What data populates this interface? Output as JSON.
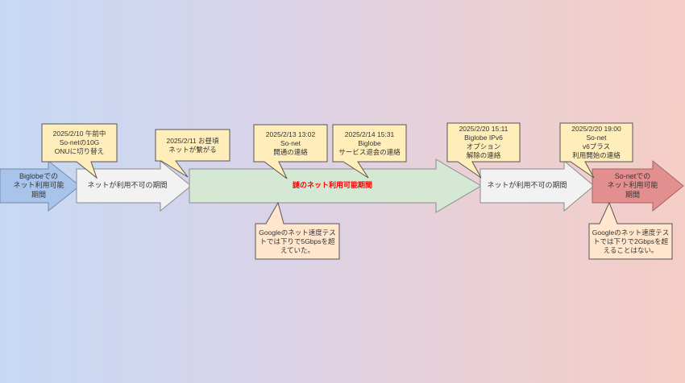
{
  "colors": {
    "background_left": "#c6d9f4",
    "background_mid": "#d8d3e9",
    "background_right": "#f5cec6",
    "text": "#333333",
    "highlight_text": "#ff0000"
  },
  "arrows": [
    {
      "id": "biglobe-available",
      "label": "Biglobeでの\nネット利用可能\n期間",
      "fill": "#a9c4eb",
      "stroke": "#7488ad"
    },
    {
      "id": "net-unavailable-1",
      "label": "ネットが利用不可の期間",
      "fill": "#f2f2f2",
      "stroke": "#8c8c8c"
    },
    {
      "id": "mystery-available",
      "label": "謎のネット利用可能期間",
      "fill": "#d5e8d4",
      "stroke": "#8c8c8c"
    },
    {
      "id": "net-unavailable-2",
      "label": "ネットが利用不可の期間",
      "fill": "#f2f2f2",
      "stroke": "#8c8c8c"
    },
    {
      "id": "sonet-available",
      "label": "So-netでの\nネット利用可能\n期間",
      "fill": "#e48f8f",
      "stroke": "#a06464"
    }
  ],
  "callouts_top": [
    {
      "id": "onu-switch",
      "label": "2025/2/10 午前中\nSo-netの10G\nONUに切り替え",
      "fill": "#ffeeba",
      "stroke": "#555555"
    },
    {
      "id": "net-connected",
      "label": "2025/2/11 お昼頃\nネットが繋がる",
      "fill": "#ffeeba",
      "stroke": "#555555"
    },
    {
      "id": "sonet-opened",
      "label": "2025/2/13 13:02\nSo-net\n開通の連絡",
      "fill": "#ffeeba",
      "stroke": "#555555"
    },
    {
      "id": "biglobe-withdrawal",
      "label": "2025/2/14 15:31\nBiglobe\nサービス退会の連絡",
      "fill": "#ffeeba",
      "stroke": "#555555"
    },
    {
      "id": "ipv6-option-removed",
      "label": "2025/2/20 15:11\nBiglobe IPv6\nオプション\n解除の連絡",
      "fill": "#ffeeba",
      "stroke": "#555555"
    },
    {
      "id": "v6plus-start",
      "label": "2025/2/20 19:00\nSo-net\nv6プラス\n利用開始の連絡",
      "fill": "#ffeeba",
      "stroke": "#555555"
    }
  ],
  "callouts_bottom": [
    {
      "id": "speedtest-5gbps",
      "label": "Googleのネット速度テス\nトでは下りで5Gbpsを超\nえていた。",
      "fill": "#ffe6cc",
      "stroke": "#555555"
    },
    {
      "id": "speedtest-2gbps",
      "label": "Googleのネット速度テス\nトでは下りで2Gbpsを超\nえることはない。",
      "fill": "#ffe6cc",
      "stroke": "#555555"
    }
  ]
}
